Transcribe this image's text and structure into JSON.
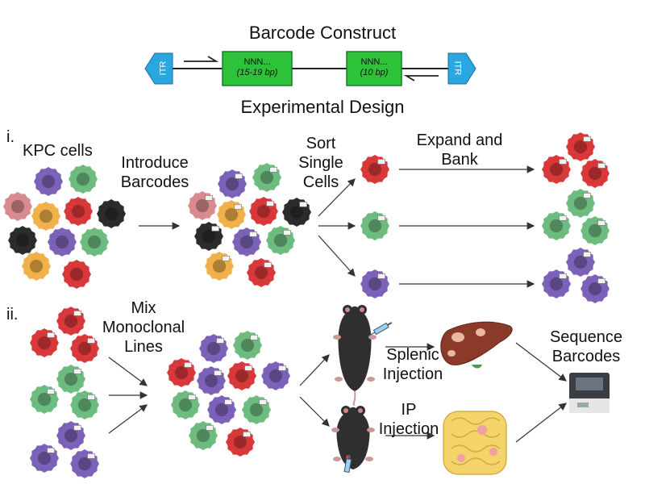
{
  "construct": {
    "title": "Barcode Construct",
    "itr_left": "ITR",
    "itr_right": "ITR",
    "box1_line1": "NNN...",
    "box1_line2": "(15-19 bp)",
    "box2_line1": "NNN...",
    "box2_line2": "(10 bp)"
  },
  "design_title": "Experimental Design",
  "part_i": {
    "marker": "i.",
    "kpc": "KPC cells",
    "introduce_1": "Introduce",
    "introduce_2": "Barcodes",
    "sort_1": "Sort",
    "sort_2": "Single",
    "sort_3": "Cells",
    "expand_1": "Expand and",
    "expand_2": "Bank"
  },
  "part_ii": {
    "marker": "ii.",
    "mix_1": "Mix",
    "mix_2": "Monoclonal",
    "mix_3": "Lines",
    "splenic_1": "Splenic",
    "splenic_2": "Injection",
    "ip_1": "IP",
    "ip_2": "Injection",
    "seq_1": "Sequence",
    "seq_2": "Barcodes"
  },
  "colors": {
    "red": "#d9383a",
    "green": "#6dbb7f",
    "purple": "#7b62b8",
    "orange": "#f0b04a",
    "black": "#2b2b2b",
    "pink": "#d98a8e",
    "barcode_box": "#2ec23a",
    "itr": "#2aa6e0",
    "liver": "#8b3a2a",
    "intestine": "#f4d36a"
  },
  "icons": [
    "mouse-icon",
    "syringe-icon",
    "liver-icon",
    "intestine-icon",
    "sequencer-icon"
  ]
}
